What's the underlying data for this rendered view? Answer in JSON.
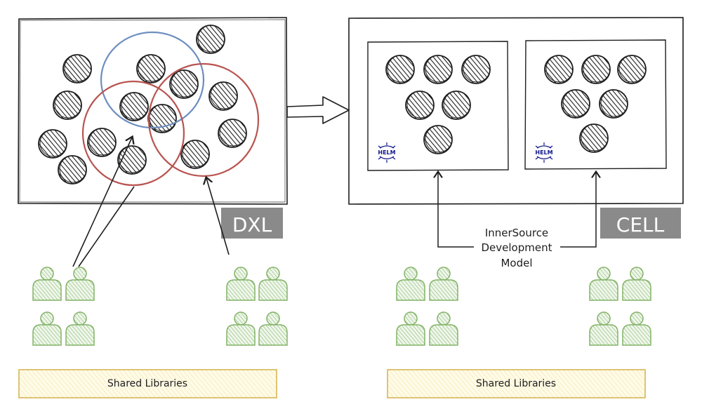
{
  "labels": {
    "left_tag": "DXL",
    "right_tag": "CELL",
    "innersource_line1": "InnerSource",
    "innersource_line2": "Development",
    "innersource_line3": "Model",
    "left_shared": "Shared Libraries",
    "right_shared": "Shared Libraries",
    "helm_left": "HELM",
    "helm_right": "HELM"
  },
  "colors": {
    "ink": "#1e1e1e",
    "service_fill": "#555555",
    "blue_ring": "#6c8ebf",
    "red_ring": "#b85450",
    "people": "#82b366",
    "people_fill": "#d5e8d4",
    "tag_bg": "#8a8a8a",
    "tag_text": "#ffffff",
    "banner_fill": "#fff2cc",
    "banner_stroke": "#d6b656",
    "helm": "#0f1689"
  },
  "icons": {
    "service": "service-node-icon",
    "person": "developer-person-icon",
    "helm": "helm-icon"
  }
}
